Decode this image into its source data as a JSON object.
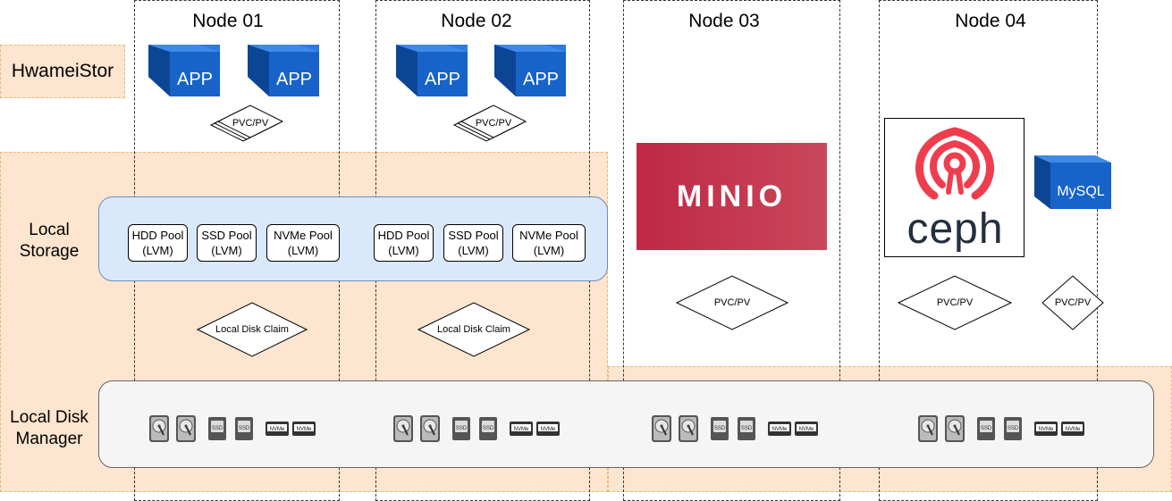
{
  "nodes": [
    {
      "title": "Node 01"
    },
    {
      "title": "Node 02"
    },
    {
      "title": "Node 03"
    },
    {
      "title": "Node 04"
    }
  ],
  "layers": {
    "hwameistor": "HwameiStor",
    "local_storage": "Local\nStorage",
    "local_disk_manager": "Local Disk\nManager"
  },
  "app_label": "APP",
  "pvc_label": "PVC/PV",
  "ldc_label": "Local Disk Claim",
  "pools": [
    {
      "label": "HDD Pool\n(LVM)"
    },
    {
      "label": "SSD Pool\n(LVM)"
    },
    {
      "label": "NVMe Pool\n(LVM)"
    }
  ],
  "logos": {
    "minio": "MINIO",
    "ceph": "ceph",
    "mysql": "MySQL"
  },
  "disk_labels": {
    "ssd": "SSD",
    "nvme": "NVMe"
  },
  "colors": {
    "app_blue": "#1763c9",
    "minio_red": "#c72c48",
    "ceph_red": "#ef3d4e",
    "ceph_dark": "#232f3e"
  }
}
